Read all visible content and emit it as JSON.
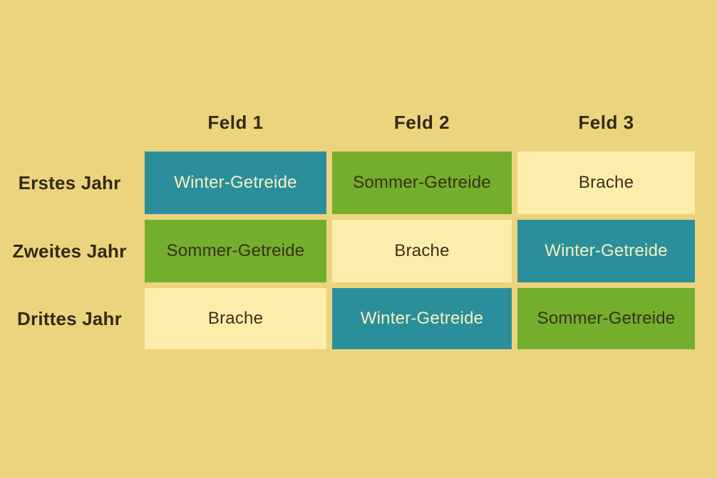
{
  "diagram": {
    "column_headers": [
      "Feld 1",
      "Feld 2",
      "Feld 3"
    ],
    "rows": [
      {
        "label": "Erstes Jahr",
        "cells": [
          {
            "text": "Winter-Getreide",
            "type": "winter"
          },
          {
            "text": "Sommer-Getreide",
            "type": "sommer"
          },
          {
            "text": "Brache",
            "type": "brache"
          }
        ]
      },
      {
        "label": "Zweites Jahr",
        "cells": [
          {
            "text": "Sommer-Getreide",
            "type": "sommer"
          },
          {
            "text": "Brache",
            "type": "brache"
          },
          {
            "text": "Winter-Getreide",
            "type": "winter"
          }
        ]
      },
      {
        "label": "Drittes Jahr",
        "cells": [
          {
            "text": "Brache",
            "type": "brache"
          },
          {
            "text": "Winter-Getreide",
            "type": "winter"
          },
          {
            "text": "Sommer-Getreide",
            "type": "sommer"
          }
        ]
      }
    ],
    "colors": {
      "background": "#ecd47e",
      "winter_cell": "#2a8f9b",
      "sommer_cell": "#73ae2c",
      "brache_cell": "#fcedab",
      "heading_text": "#332a16",
      "dark_cell_text": "#39301a",
      "light_cell_text": "#f7efc1"
    }
  }
}
